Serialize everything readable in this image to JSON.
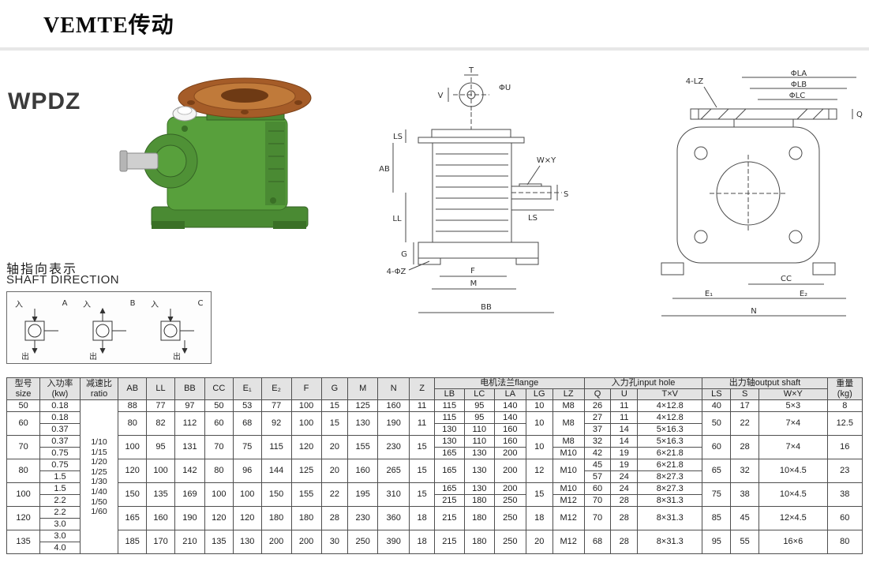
{
  "brand": {
    "logo": "VEMTE传动"
  },
  "model": {
    "name": "WPDZ"
  },
  "shaft_direction": {
    "title_zh": "轴指向表示",
    "title_en": "SHAFT DIRECTION",
    "in_label": "入",
    "out_label": "出",
    "variants": [
      "A",
      "B",
      "C"
    ]
  },
  "drawings": {
    "front": {
      "labels": {
        "t": "T",
        "v": "V",
        "u": "ΦU",
        "ls_top": "LS",
        "ab": "AB",
        "ll": "LL",
        "g": "G",
        "wxy": "W×Y",
        "s": "S",
        "ls_shaft": "LS",
        "f": "F",
        "m": "M",
        "bb": "BB",
        "z": "4-ΦZ"
      }
    },
    "side": {
      "labels": {
        "la": "ΦLA",
        "lb": "ΦLB",
        "lc": "ΦLC",
        "lz": "4-LZ",
        "q": "Q",
        "cc": "CC",
        "e1": "E₁",
        "e2": "E₂",
        "n": "N"
      }
    }
  },
  "table": {
    "head": [
      [
        {
          "t": "型号\nsize",
          "rs": 2
        },
        {
          "t": "入功率\n(kw)",
          "rs": 2
        },
        {
          "t": "减速比\nratio",
          "rs": 2
        },
        {
          "t": "AB",
          "rs": 2
        },
        {
          "t": "LL",
          "rs": 2
        },
        {
          "t": "BB",
          "rs": 2
        },
        {
          "t": "CC",
          "rs": 2
        },
        {
          "t": "E₁",
          "rs": 2
        },
        {
          "t": "E₂",
          "rs": 2
        },
        {
          "t": "F",
          "rs": 2
        },
        {
          "t": "G",
          "rs": 2
        },
        {
          "t": "M",
          "rs": 2
        },
        {
          "t": "N",
          "rs": 2
        },
        {
          "t": "Z",
          "rs": 2
        },
        {
          "t": "电机法兰flange",
          "cs": 5
        },
        {
          "t": "入力孔input hole",
          "cs": 3
        },
        {
          "t": "出力轴output shaft",
          "cs": 3
        },
        {
          "t": "重量\n(kg)",
          "rs": 2
        }
      ],
      [
        {
          "t": "LB"
        },
        {
          "t": "LC"
        },
        {
          "t": "LA"
        },
        {
          "t": "LG"
        },
        {
          "t": "LZ"
        },
        {
          "t": "Q"
        },
        {
          "t": "U"
        },
        {
          "t": "T×V"
        },
        {
          "t": "LS"
        },
        {
          "t": "S"
        },
        {
          "t": "W×Y"
        }
      ]
    ],
    "body": [
      [
        {
          "t": "50"
        },
        {
          "t": "0.18"
        },
        {
          "t": "1/10\n1/15\n1/20\n1/25\n1/30\n1/40\n1/50\n1/60",
          "rs": 13,
          "c": "ratio"
        },
        {
          "t": "88"
        },
        {
          "t": "77"
        },
        {
          "t": "97"
        },
        {
          "t": "50"
        },
        {
          "t": "53"
        },
        {
          "t": "77"
        },
        {
          "t": "100"
        },
        {
          "t": "15"
        },
        {
          "t": "125"
        },
        {
          "t": "160"
        },
        {
          "t": "11"
        },
        {
          "t": "115"
        },
        {
          "t": "95"
        },
        {
          "t": "140"
        },
        {
          "t": "10"
        },
        {
          "t": "M8"
        },
        {
          "t": "26"
        },
        {
          "t": "11"
        },
        {
          "t": "4×12.8"
        },
        {
          "t": "40"
        },
        {
          "t": "17"
        },
        {
          "t": "5×3"
        },
        {
          "t": "8"
        }
      ],
      [
        {
          "t": "60",
          "rs": 2
        },
        {
          "t": "0.18"
        },
        {
          "t": "80",
          "rs": 2
        },
        {
          "t": "82",
          "rs": 2
        },
        {
          "t": "112",
          "rs": 2
        },
        {
          "t": "60",
          "rs": 2
        },
        {
          "t": "68",
          "rs": 2
        },
        {
          "t": "92",
          "rs": 2
        },
        {
          "t": "100",
          "rs": 2
        },
        {
          "t": "15",
          "rs": 2
        },
        {
          "t": "130",
          "rs": 2
        },
        {
          "t": "190",
          "rs": 2
        },
        {
          "t": "11",
          "rs": 2
        },
        {
          "t": "115"
        },
        {
          "t": "95"
        },
        {
          "t": "140"
        },
        {
          "t": "10",
          "rs": 2
        },
        {
          "t": "M8",
          "rs": 2
        },
        {
          "t": "27"
        },
        {
          "t": "11"
        },
        {
          "t": "4×12.8"
        },
        {
          "t": "50",
          "rs": 2
        },
        {
          "t": "22",
          "rs": 2
        },
        {
          "t": "7×4",
          "rs": 2
        },
        {
          "t": "12.5",
          "rs": 2
        }
      ],
      [
        {
          "t": "0.37"
        },
        {
          "t": "130"
        },
        {
          "t": "110"
        },
        {
          "t": "160"
        },
        {
          "t": "37"
        },
        {
          "t": "14"
        },
        {
          "t": "5×16.3"
        }
      ],
      [
        {
          "t": "70",
          "rs": 2
        },
        {
          "t": "0.37"
        },
        {
          "t": "100",
          "rs": 2
        },
        {
          "t": "95",
          "rs": 2
        },
        {
          "t": "131",
          "rs": 2
        },
        {
          "t": "70",
          "rs": 2
        },
        {
          "t": "75",
          "rs": 2
        },
        {
          "t": "115",
          "rs": 2
        },
        {
          "t": "120",
          "rs": 2
        },
        {
          "t": "20",
          "rs": 2
        },
        {
          "t": "155",
          "rs": 2
        },
        {
          "t": "230",
          "rs": 2
        },
        {
          "t": "15",
          "rs": 2
        },
        {
          "t": "130"
        },
        {
          "t": "110"
        },
        {
          "t": "160"
        },
        {
          "t": "10",
          "rs": 2
        },
        {
          "t": "M8"
        },
        {
          "t": "32"
        },
        {
          "t": "14"
        },
        {
          "t": "5×16.3"
        },
        {
          "t": "60",
          "rs": 2
        },
        {
          "t": "28",
          "rs": 2
        },
        {
          "t": "7×4",
          "rs": 2
        },
        {
          "t": "16",
          "rs": 2
        }
      ],
      [
        {
          "t": "0.75"
        },
        {
          "t": "165"
        },
        {
          "t": "130"
        },
        {
          "t": "200"
        },
        {
          "t": "M10"
        },
        {
          "t": "42"
        },
        {
          "t": "19"
        },
        {
          "t": "6×21.8"
        }
      ],
      [
        {
          "t": "80",
          "rs": 2
        },
        {
          "t": "0.75"
        },
        {
          "t": "120",
          "rs": 2
        },
        {
          "t": "100",
          "rs": 2
        },
        {
          "t": "142",
          "rs": 2
        },
        {
          "t": "80",
          "rs": 2
        },
        {
          "t": "96",
          "rs": 2
        },
        {
          "t": "144",
          "rs": 2
        },
        {
          "t": "125",
          "rs": 2
        },
        {
          "t": "20",
          "rs": 2
        },
        {
          "t": "160",
          "rs": 2
        },
        {
          "t": "265",
          "rs": 2
        },
        {
          "t": "15",
          "rs": 2
        },
        {
          "t": "165",
          "rs": 2
        },
        {
          "t": "130",
          "rs": 2
        },
        {
          "t": "200",
          "rs": 2
        },
        {
          "t": "12",
          "rs": 2
        },
        {
          "t": "M10",
          "rs": 2
        },
        {
          "t": "45"
        },
        {
          "t": "19"
        },
        {
          "t": "6×21.8"
        },
        {
          "t": "65",
          "rs": 2
        },
        {
          "t": "32",
          "rs": 2
        },
        {
          "t": "10×4.5",
          "rs": 2
        },
        {
          "t": "23",
          "rs": 2
        }
      ],
      [
        {
          "t": "1.5"
        },
        {
          "t": "57"
        },
        {
          "t": "24"
        },
        {
          "t": "8×27.3"
        }
      ],
      [
        {
          "t": "100",
          "rs": 2
        },
        {
          "t": "1.5"
        },
        {
          "t": "150",
          "rs": 2
        },
        {
          "t": "135",
          "rs": 2
        },
        {
          "t": "169",
          "rs": 2
        },
        {
          "t": "100",
          "rs": 2
        },
        {
          "t": "100",
          "rs": 2
        },
        {
          "t": "150",
          "rs": 2
        },
        {
          "t": "155",
          "rs": 2
        },
        {
          "t": "22",
          "rs": 2
        },
        {
          "t": "195",
          "rs": 2
        },
        {
          "t": "310",
          "rs": 2
        },
        {
          "t": "15",
          "rs": 2
        },
        {
          "t": "165"
        },
        {
          "t": "130"
        },
        {
          "t": "200"
        },
        {
          "t": "15",
          "rs": 2
        },
        {
          "t": "M10"
        },
        {
          "t": "60"
        },
        {
          "t": "24"
        },
        {
          "t": "8×27.3"
        },
        {
          "t": "75",
          "rs": 2
        },
        {
          "t": "38",
          "rs": 2
        },
        {
          "t": "10×4.5",
          "rs": 2
        },
        {
          "t": "38",
          "rs": 2
        }
      ],
      [
        {
          "t": "2.2"
        },
        {
          "t": "215"
        },
        {
          "t": "180"
        },
        {
          "t": "250"
        },
        {
          "t": "M12"
        },
        {
          "t": "70"
        },
        {
          "t": "28"
        },
        {
          "t": "8×31.3"
        }
      ],
      [
        {
          "t": "120",
          "rs": 2
        },
        {
          "t": "2.2"
        },
        {
          "t": "165",
          "rs": 2
        },
        {
          "t": "160",
          "rs": 2
        },
        {
          "t": "190",
          "rs": 2
        },
        {
          "t": "120",
          "rs": 2
        },
        {
          "t": "120",
          "rs": 2
        },
        {
          "t": "180",
          "rs": 2
        },
        {
          "t": "180",
          "rs": 2
        },
        {
          "t": "28",
          "rs": 2
        },
        {
          "t": "230",
          "rs": 2
        },
        {
          "t": "360",
          "rs": 2
        },
        {
          "t": "18",
          "rs": 2
        },
        {
          "t": "215",
          "rs": 2
        },
        {
          "t": "180",
          "rs": 2
        },
        {
          "t": "250",
          "rs": 2
        },
        {
          "t": "18",
          "rs": 2
        },
        {
          "t": "M12",
          "rs": 2
        },
        {
          "t": "70",
          "rs": 2
        },
        {
          "t": "28",
          "rs": 2
        },
        {
          "t": "8×31.3",
          "rs": 2
        },
        {
          "t": "85",
          "rs": 2
        },
        {
          "t": "45",
          "rs": 2
        },
        {
          "t": "12×4.5",
          "rs": 2
        },
        {
          "t": "60",
          "rs": 2
        }
      ],
      [
        {
          "t": "3.0"
        }
      ],
      [
        {
          "t": "135",
          "rs": 2
        },
        {
          "t": "3.0"
        },
        {
          "t": "185",
          "rs": 2
        },
        {
          "t": "170",
          "rs": 2
        },
        {
          "t": "210",
          "rs": 2
        },
        {
          "t": "135",
          "rs": 2
        },
        {
          "t": "130",
          "rs": 2
        },
        {
          "t": "200",
          "rs": 2
        },
        {
          "t": "200",
          "rs": 2
        },
        {
          "t": "30",
          "rs": 2
        },
        {
          "t": "250",
          "rs": 2
        },
        {
          "t": "390",
          "rs": 2
        },
        {
          "t": "18",
          "rs": 2
        },
        {
          "t": "215",
          "rs": 2
        },
        {
          "t": "180",
          "rs": 2
        },
        {
          "t": "250",
          "rs": 2
        },
        {
          "t": "20",
          "rs": 2
        },
        {
          "t": "M12",
          "rs": 2
        },
        {
          "t": "68",
          "rs": 2
        },
        {
          "t": "28",
          "rs": 2
        },
        {
          "t": "8×31.3",
          "rs": 2
        },
        {
          "t": "95",
          "rs": 2
        },
        {
          "t": "55",
          "rs": 2
        },
        {
          "t": "16×6",
          "rs": 2
        },
        {
          "t": "80",
          "rs": 2
        }
      ],
      [
        {
          "t": "4.0"
        }
      ]
    ]
  }
}
